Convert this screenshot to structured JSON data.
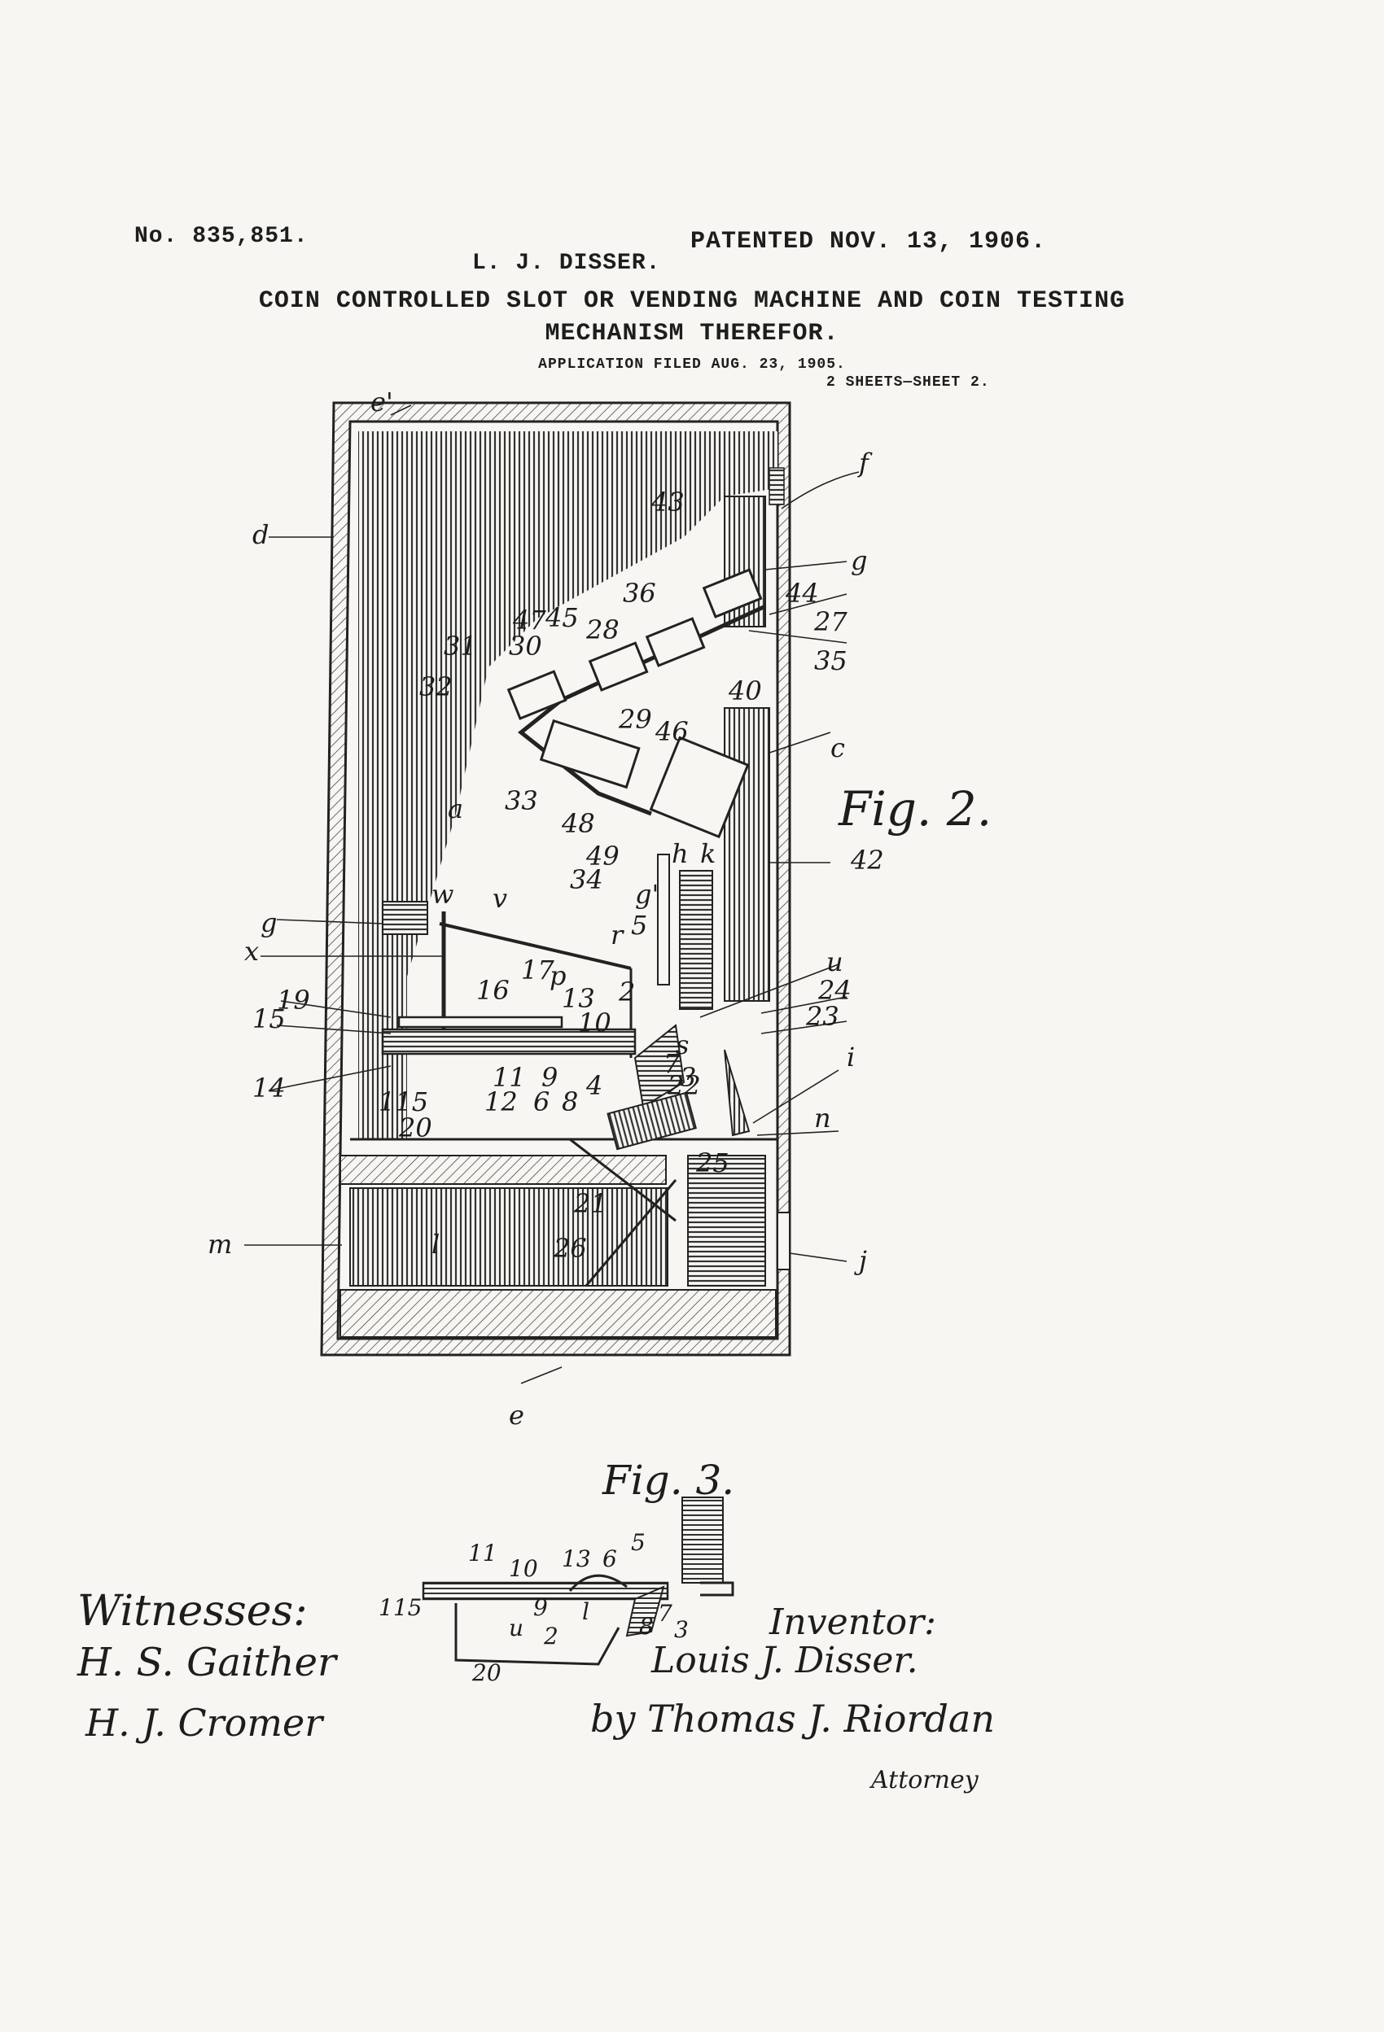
{
  "header": {
    "patent_no": "No. 835,851.",
    "inventor": "L. J. DISSER.",
    "patented": "PATENTED NOV. 13, 1906.",
    "title_line1": "COIN CONTROLLED SLOT OR VENDING MACHINE AND COIN TESTING",
    "title_line2": "MECHANISM THEREFOR.",
    "application": "APPLICATION FILED AUG. 23, 1905.",
    "sheets": "2 SHEETS—SHEET 2."
  },
  "figures": {
    "fig2_label": "Fig. 2.",
    "fig3_label": "Fig. 3.",
    "fig2_refs": {
      "e_top": "e'",
      "f": "f",
      "d": "d",
      "g_right": "g",
      "43": "43",
      "36": "36",
      "44": "44",
      "27": "27",
      "45": "45",
      "47": "47",
      "28": "28",
      "31": "31",
      "30": "30",
      "35": "35",
      "32": "32",
      "29": "29",
      "40": "40",
      "46": "46",
      "c": "c",
      "33": "33",
      "48": "48",
      "a": "a",
      "42": "42",
      "49": "49",
      "h": "h",
      "k": "k",
      "34": "34",
      "g_prime": "g'",
      "g_left": "g",
      "w": "w",
      "v": "v",
      "r": "r",
      "5": "5",
      "u": "u",
      "x": "x",
      "17": "17",
      "p": "p",
      "2": "2",
      "24": "24",
      "19": "19",
      "16": "16",
      "13": "13",
      "23": "23",
      "15": "15",
      "10": "10",
      "s": "s",
      "i": "i",
      "14": "14",
      "11": "11",
      "9": "9",
      "7": "7",
      "3": "3",
      "115": "115",
      "12": "12",
      "6": "6",
      "8": "8",
      "4": "4",
      "22": "22",
      "n": "n",
      "20": "20",
      "25": "25",
      "m": "m",
      "l": "l",
      "21": "21",
      "26": "26",
      "j": "j",
      "e_bottom": "e"
    },
    "fig3_refs": {
      "11": "11",
      "10": "10",
      "13": "13",
      "6": "6",
      "5": "5",
      "115": "115",
      "9": "9",
      "l": "l",
      "7": "7",
      "u": "u",
      "2": "2",
      "8": "8",
      "3": "3",
      "20": "20"
    }
  },
  "signatures": {
    "witnesses_label": "Witnesses:",
    "witness_1": "H. S. Gaither",
    "witness_2": "H. J. Cromer",
    "inventor_label": "Inventor:",
    "inventor_signature": "Louis J. Disser.",
    "attorney_signature": "by Thomas J. Riordan",
    "attorney_label": "Attorney"
  }
}
